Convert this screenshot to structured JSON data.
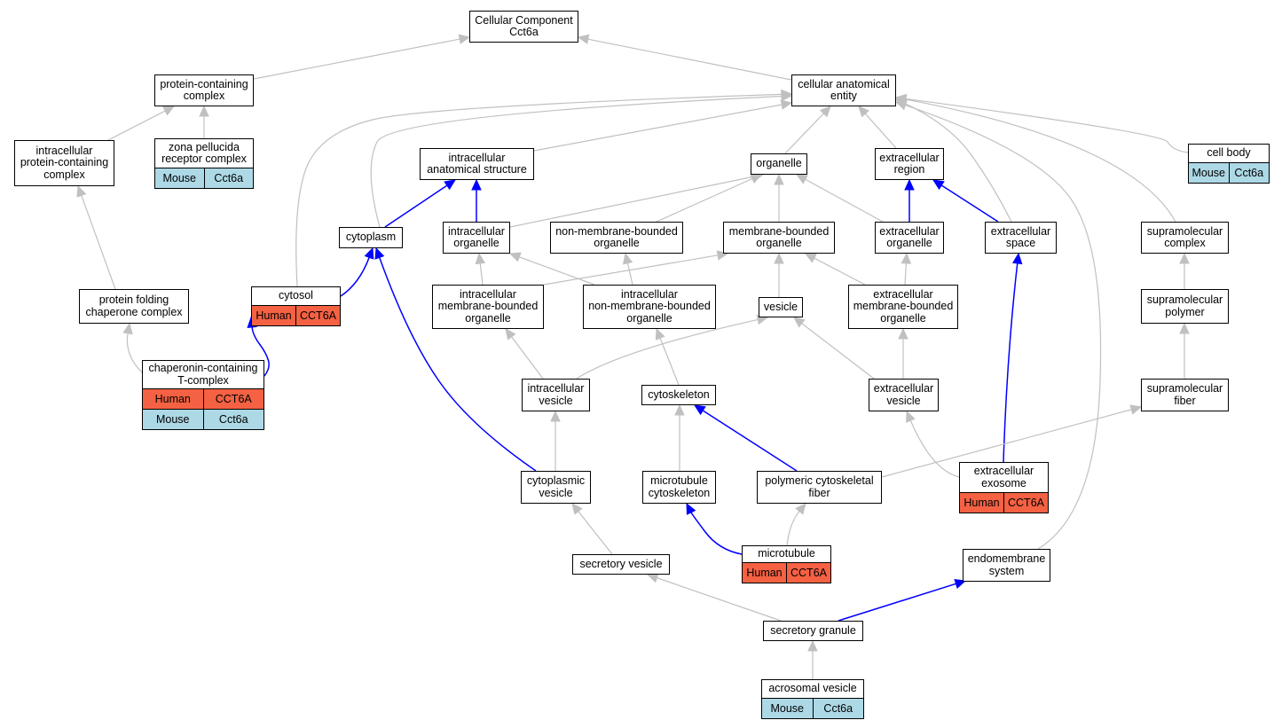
{
  "colors": {
    "edge_default": "#c0c0c0",
    "edge_highlight": "#0000ff",
    "human": "#f46143",
    "mouse": "#add8e6"
  },
  "nodes": {
    "root": {
      "label": "Cellular Component\nCct6a"
    },
    "pcc": {
      "label": "protein-containing\ncomplex"
    },
    "cae": {
      "label": "cellular anatomical\nentity"
    },
    "ipcc": {
      "label": "intracellular\nprotein-containing\ncomplex"
    },
    "zp": {
      "label": "zona pellucida\nreceptor complex",
      "rows": [
        [
          "Mouse",
          "Cct6a"
        ]
      ]
    },
    "ias": {
      "label": "intracellular\nanatomical structure"
    },
    "organelle": {
      "label": "organelle"
    },
    "ecr": {
      "label": "extracellular\nregion"
    },
    "cellbody": {
      "label": "cell body",
      "rows": [
        [
          "Mouse",
          "Cct6a"
        ]
      ]
    },
    "cytoplasm": {
      "label": "cytoplasm"
    },
    "io": {
      "label": "intracellular\norganelle"
    },
    "nmbo": {
      "label": "non-membrane-bounded\norganelle"
    },
    "mbo": {
      "label": "membrane-bounded\norganelle"
    },
    "eco": {
      "label": "extracellular\norganelle"
    },
    "ecs": {
      "label": "extracellular\nspace"
    },
    "smc": {
      "label": "supramolecular\ncomplex"
    },
    "pfcc": {
      "label": "protein folding\nchaperone complex"
    },
    "cytosol": {
      "label": "cytosol",
      "rows": [
        [
          "Human",
          "CCT6A"
        ]
      ]
    },
    "imbo": {
      "label": "intracellular\nmembrane-bounded\norganelle"
    },
    "inmbo": {
      "label": "intracellular\nnon-membrane-bounded\norganelle"
    },
    "vesicle": {
      "label": "vesicle"
    },
    "ecmbo": {
      "label": "extracellular\nmembrane-bounded\norganelle"
    },
    "smp": {
      "label": "supramolecular\npolymer"
    },
    "cct": {
      "label": "chaperonin-containing\nT-complex",
      "rows": [
        [
          "Human",
          "CCT6A"
        ],
        [
          "Mouse",
          "Cct6a"
        ]
      ]
    },
    "iv": {
      "label": "intracellular\nvesicle"
    },
    "cytoskel": {
      "label": "cytoskeleton"
    },
    "ecv": {
      "label": "extracellular\nvesicle"
    },
    "smf": {
      "label": "supramolecular\nfiber"
    },
    "cv": {
      "label": "cytoplasmic\nvesicle"
    },
    "mtc": {
      "label": "microtubule\ncytoskeleton"
    },
    "pcf": {
      "label": "polymeric cytoskeletal\nfiber"
    },
    "exo": {
      "label": "extracellular\nexosome",
      "rows": [
        [
          "Human",
          "CCT6A"
        ]
      ]
    },
    "sv": {
      "label": "secretory vesicle"
    },
    "mt": {
      "label": "microtubule",
      "rows": [
        [
          "Human",
          "CCT6A"
        ]
      ]
    },
    "ems": {
      "label": "endomembrane\nsystem"
    },
    "sg": {
      "label": "secretory granule"
    },
    "av": {
      "label": "acrosomal vesicle",
      "rows": [
        [
          "Mouse",
          "Cct6a"
        ]
      ]
    }
  },
  "edges": [
    {
      "from": "pcc",
      "to": "root",
      "highlight": false
    },
    {
      "from": "cae",
      "to": "root",
      "highlight": false
    },
    {
      "from": "ipcc",
      "to": "pcc",
      "highlight": false
    },
    {
      "from": "zp",
      "to": "pcc",
      "highlight": false
    },
    {
      "from": "pfcc",
      "to": "ipcc",
      "highlight": false
    },
    {
      "from": "cct",
      "to": "pfcc",
      "highlight": false
    },
    {
      "from": "ias",
      "to": "cae",
      "highlight": false
    },
    {
      "from": "organelle",
      "to": "cae",
      "highlight": false
    },
    {
      "from": "ecr",
      "to": "cae",
      "highlight": false
    },
    {
      "from": "cellbody",
      "to": "cae",
      "highlight": false
    },
    {
      "from": "cytoplasm",
      "to": "cae",
      "highlight": false
    },
    {
      "from": "cytosol",
      "to": "cae",
      "highlight": false
    },
    {
      "from": "ecs",
      "to": "cae",
      "highlight": false
    },
    {
      "from": "smc",
      "to": "cae",
      "highlight": false
    },
    {
      "from": "ems",
      "to": "cae",
      "highlight": false
    },
    {
      "from": "cytoplasm",
      "to": "ias",
      "highlight": true
    },
    {
      "from": "io",
      "to": "ias",
      "highlight": true
    },
    {
      "from": "io",
      "to": "organelle",
      "highlight": false
    },
    {
      "from": "nmbo",
      "to": "organelle",
      "highlight": false
    },
    {
      "from": "mbo",
      "to": "organelle",
      "highlight": false
    },
    {
      "from": "eco",
      "to": "organelle",
      "highlight": false
    },
    {
      "from": "eco",
      "to": "ecr",
      "highlight": true
    },
    {
      "from": "ecs",
      "to": "ecr",
      "highlight": true
    },
    {
      "from": "cytosol",
      "to": "cytoplasm",
      "highlight": true
    },
    {
      "from": "cv",
      "to": "cytoplasm",
      "highlight": true
    },
    {
      "from": "cct",
      "to": "cytosol",
      "highlight": true
    },
    {
      "from": "imbo",
      "to": "io",
      "highlight": false
    },
    {
      "from": "inmbo",
      "to": "io",
      "highlight": false
    },
    {
      "from": "inmbo",
      "to": "nmbo",
      "highlight": false
    },
    {
      "from": "imbo",
      "to": "mbo",
      "highlight": false
    },
    {
      "from": "vesicle",
      "to": "mbo",
      "highlight": false
    },
    {
      "from": "ecmbo",
      "to": "mbo",
      "highlight": false
    },
    {
      "from": "ecmbo",
      "to": "eco",
      "highlight": false
    },
    {
      "from": "exo",
      "to": "ecs",
      "highlight": true
    },
    {
      "from": "smp",
      "to": "smc",
      "highlight": false
    },
    {
      "from": "smf",
      "to": "smp",
      "highlight": false
    },
    {
      "from": "iv",
      "to": "imbo",
      "highlight": false
    },
    {
      "from": "iv",
      "to": "vesicle",
      "highlight": false
    },
    {
      "from": "ecv",
      "to": "vesicle",
      "highlight": false
    },
    {
      "from": "cytoskel",
      "to": "inmbo",
      "highlight": false
    },
    {
      "from": "ecv",
      "to": "ecmbo",
      "highlight": false
    },
    {
      "from": "cv",
      "to": "iv",
      "highlight": false
    },
    {
      "from": "mtc",
      "to": "cytoskel",
      "highlight": false
    },
    {
      "from": "pcf",
      "to": "cytoskel",
      "highlight": true
    },
    {
      "from": "exo",
      "to": "ecv",
      "highlight": false
    },
    {
      "from": "pcf",
      "to": "smf",
      "highlight": false
    },
    {
      "from": "sv",
      "to": "cv",
      "highlight": false
    },
    {
      "from": "mt",
      "to": "mtc",
      "highlight": true
    },
    {
      "from": "mt",
      "to": "pcf",
      "highlight": false
    },
    {
      "from": "sg",
      "to": "sv",
      "highlight": false
    },
    {
      "from": "sg",
      "to": "ems",
      "highlight": true
    },
    {
      "from": "av",
      "to": "sg",
      "highlight": false
    }
  ]
}
